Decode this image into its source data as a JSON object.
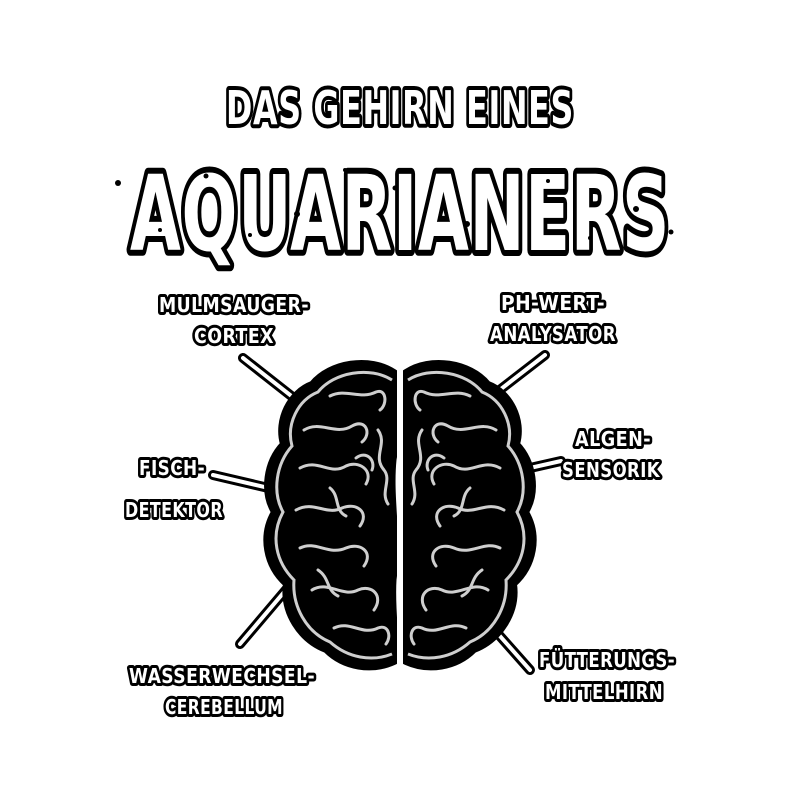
{
  "title": {
    "line1": "DAS GEHIRN EINES",
    "line2": "AQUARIANERS"
  },
  "labels": {
    "mulmsauger": {
      "line1": "MULMSAUGER-",
      "line2": "CORTEX"
    },
    "phwert": {
      "line1": "PH-WERT-",
      "line2": "ANALYSATOR"
    },
    "fisch": {
      "line1": "FISCH-",
      "line2": "DETEKTOR"
    },
    "algen": {
      "line1": "ALGEN-",
      "line2": "SENSORIK"
    },
    "wasserwechsel": {
      "line1": "WASSERWECHSEL-",
      "line2": "CEREBELLUM"
    },
    "fuetterung": {
      "line1": "FÜTTERUNGS-",
      "line2": "MITTELHIRN"
    }
  },
  "colors": {
    "ink": "#000000",
    "paper": "#ffffff",
    "brain_fold": "#cfcfcf"
  },
  "icons": {
    "brain": "brain-illustration"
  }
}
